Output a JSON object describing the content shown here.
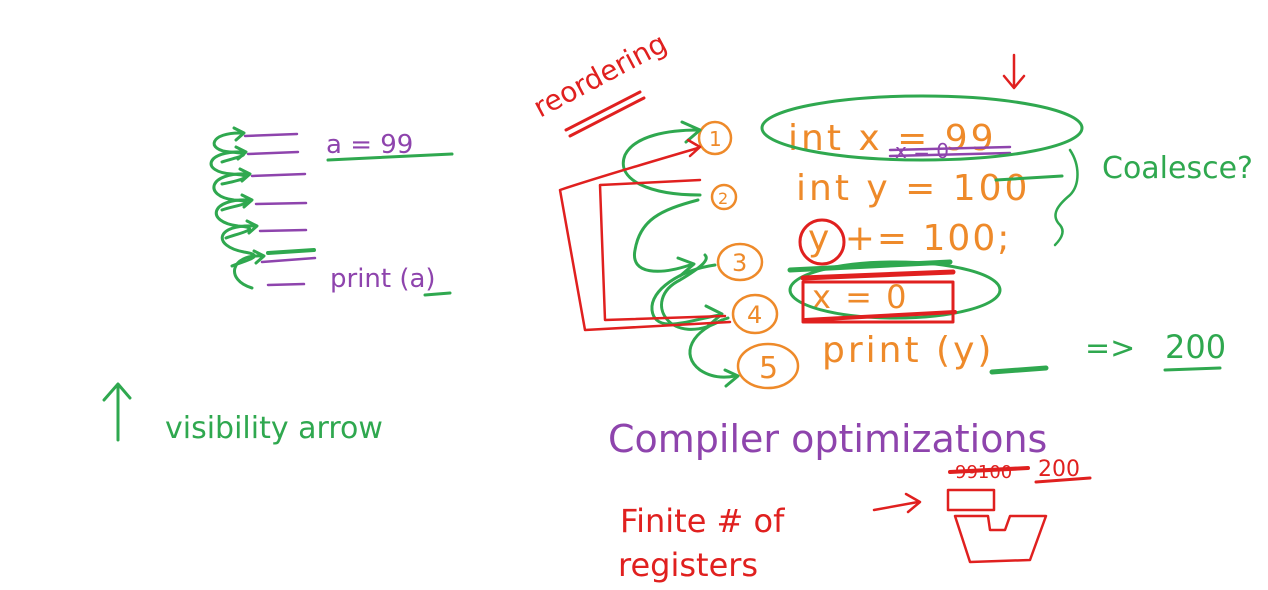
{
  "colors": {
    "green": "#2fa84f",
    "purple": "#8e44ad",
    "orange": "#ee8a2a",
    "red": "#e0201f"
  },
  "left_block": {
    "assign": "a = 99",
    "print": "print (a)"
  },
  "visibility": {
    "arrow_icon": "up-arrow-icon",
    "label": "visibility arrow"
  },
  "reordering_label": "reordering",
  "code": {
    "markers": [
      "1",
      "2",
      "3",
      "4",
      "5"
    ],
    "lines": [
      "int x = 99",
      "int y = 100",
      "y += 100;",
      "x = 0",
      "print (y)"
    ],
    "struck": "x = 0"
  },
  "coalesce_label": "Coalesce?",
  "result": {
    "arrow": "=>",
    "value": "200"
  },
  "compiler_label": "Compiler optimizations",
  "registers": {
    "label_line1": "Finite # of",
    "label_line2": "registers",
    "struck_value": "99100",
    "value": "200"
  }
}
